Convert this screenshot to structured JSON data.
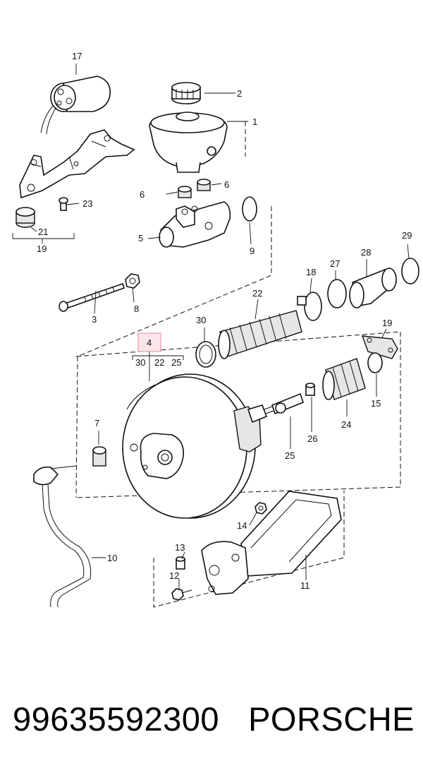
{
  "callouts": {
    "c1": "1",
    "c2": "2",
    "c3": "3",
    "c4": "4",
    "c5": "5",
    "c6a": "6",
    "c6b": "6",
    "c7": "7",
    "c8": "8",
    "c9": "9",
    "c10": "10",
    "c11": "11",
    "c12": "12",
    "c13": "13",
    "c14": "14",
    "c15": "15",
    "c17": "17",
    "c18": "18",
    "c19": "19",
    "c19b": "19",
    "c21": "21",
    "c22": "22",
    "c23": "23",
    "c24": "24",
    "c25": "25",
    "c26": "26",
    "c27": "27",
    "c28": "28",
    "c29": "29",
    "c30": "30"
  },
  "sub_callouts": {
    "s30": "30",
    "s22": "22",
    "s25": "25"
  },
  "highlight_color": "#e89aa8",
  "caption": {
    "part_number": "99635592300",
    "brand": "PORSCHE"
  }
}
